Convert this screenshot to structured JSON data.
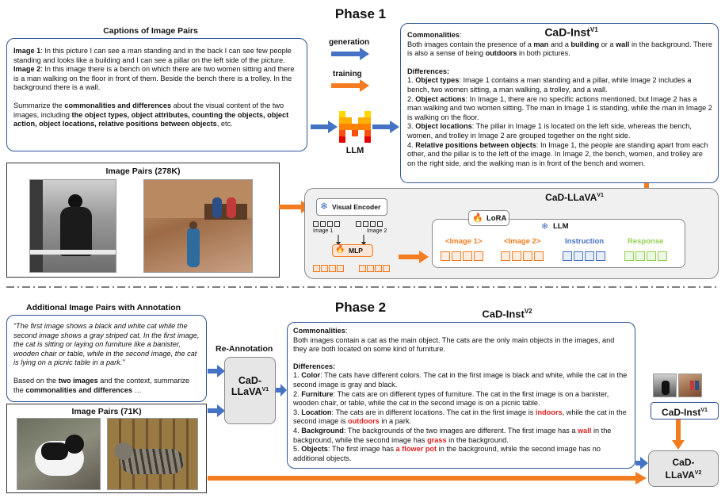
{
  "colors": {
    "orange": "#f47c20",
    "blue": "#4472c4",
    "green": "#92d050",
    "dark_blue": "#2f5597",
    "red": "#e02020"
  },
  "phase1": {
    "title": "Phase 1",
    "captions_title": "Captions of Image Pairs",
    "caption_p1": [
      {
        "t": "Image 1",
        "b": true
      },
      {
        "t": ": In this picture I can see a man standing and in the back I can see few people standing and looks like a building and I can see a pillar on the left side of the picture."
      }
    ],
    "caption_p2": [
      {
        "t": "Image 2",
        "b": true
      },
      {
        "t": ": In this image there is a bench on which there are two women sitting and there is a man walking on the floor in front of them. Beside the bench there is a trolley. In the background there is a wall."
      }
    ],
    "caption_p3": [
      {
        "t": "Summarize the "
      },
      {
        "t": "commonalities and differences",
        "b": true
      },
      {
        "t": " about the visual content of the two images, including "
      },
      {
        "t": "the object types, object attributes, counting the objects, object action, object locations, relative positions between objects",
        "b": true
      },
      {
        "t": ", etc."
      }
    ],
    "generation_label": "generation",
    "training_label": "training",
    "llm_label": "LLM",
    "inst_title": "CaD-Inst",
    "inst_sup": "V1",
    "inst_p1": [
      {
        "t": "Commonalities",
        "b": true
      },
      {
        "t": ":"
      }
    ],
    "inst_p2": [
      {
        "t": "Both images contain the presence of a "
      },
      {
        "t": "man",
        "b": true
      },
      {
        "t": " and a "
      },
      {
        "t": "building",
        "b": true
      },
      {
        "t": " or a "
      },
      {
        "t": "wall",
        "b": true
      },
      {
        "t": " in the background. There is also a sense of being "
      },
      {
        "t": "outdoors",
        "b": true
      },
      {
        "t": " in both pictures."
      }
    ],
    "inst_p3": [
      {
        "t": "Differences:",
        "b": true
      }
    ],
    "inst_p4": [
      {
        "t": "1. "
      },
      {
        "t": "Object types",
        "b": true
      },
      {
        "t": ": Image 1 contains a man standing and a pillar, while Image 2 includes a bench, two women sitting, a man walking, a trolley, and a wall."
      }
    ],
    "inst_p5": [
      {
        "t": "2. "
      },
      {
        "t": "Object actions",
        "b": true
      },
      {
        "t": ": In Image 1, there are no specific actions mentioned, but Image 2 has a man walking and two women sitting. The man in Image 1 is standing, while the man in Image 2 is walking on the floor."
      }
    ],
    "inst_p6": [
      {
        "t": "3. "
      },
      {
        "t": "Object locations",
        "b": true
      },
      {
        "t": ": The pillar in Image 1 is located on the left side, whereas the bench, women, and trolley in Image 2 are grouped together on the right side."
      }
    ],
    "inst_p7": [
      {
        "t": "4. "
      },
      {
        "t": "Relative positions between objects",
        "b": true
      },
      {
        "t": ": In Image 1, the people are standing apart from each other, and the pillar is to the left of the image. In Image 2, the bench, women, and trolley are on the right side, and the walking man is in front of the bench and women."
      }
    ],
    "pairs_title": "Image Pairs (278K)",
    "llava_title": "CaD-LLaVA",
    "llava_sup": "V1",
    "visual_encoder": "Visual Encoder",
    "image1_label": "Image 1",
    "image2_label": "Image 2",
    "mlp_label": "MLP",
    "lora_label": "LoRA",
    "llm_inner_label": "LLM",
    "tok_image1": "<Image 1>",
    "tok_image2": "<Image 2>",
    "tok_instruction": "Instruction",
    "tok_response": "Response"
  },
  "phase2": {
    "title": "Phase 2",
    "additional_title": "Additional Image Pairs with Annotation",
    "ann_p1": [
      {
        "t": "“The first image shows a black and white cat while the second image shows a gray striped cat. In the first image, the cat is sitting or laying on furniture like a banister, wooden chair or table, while in the second image, the cat is lying on a picnic table in a park.”",
        "i": true
      }
    ],
    "ann_p2": [
      {
        "t": "Based on the "
      },
      {
        "t": "two images",
        "b": true
      },
      {
        "t": " and the context, summarize the "
      },
      {
        "t": "commonalities and differences",
        "b": true
      },
      {
        "t": " …"
      }
    ],
    "reannotation_label": "Re-Annotation",
    "llava_box_line1": "CaD-",
    "llava_box_line2": "LLaVA",
    "llava_box_sup": "V1",
    "pairs_title": "Image Pairs (71K)",
    "inst_title": "CaD-Inst",
    "inst_sup": "V2",
    "inst_p1": [
      {
        "t": "Commonalities",
        "b": true
      },
      {
        "t": ":"
      }
    ],
    "inst_p2": [
      {
        "t": "Both images contain a cat as the main object. The cats are the only main objects in the images, and they are both located on some kind of furniture."
      }
    ],
    "inst_p3": [
      {
        "t": "Differences:",
        "b": true
      }
    ],
    "inst_p4": [
      {
        "t": "1. "
      },
      {
        "t": "Color",
        "b": true
      },
      {
        "t": ": The cats have different colors. The cat in the first image is black and white, while the cat in the second image is gray and black."
      }
    ],
    "inst_p5": [
      {
        "t": "2. "
      },
      {
        "t": "Furniture",
        "b": true
      },
      {
        "t": ": The cats are on different types of furniture. The cat in the first image is on a banister, wooden chair, or table, while the cat in the second image is on a picnic table."
      }
    ],
    "inst_p6": [
      {
        "t": "3. "
      },
      {
        "t": "Location",
        "b": true
      },
      {
        "t": ": The cats are in different locations. The cat in the first image is "
      },
      {
        "t": "indoors",
        "r": true
      },
      {
        "t": ", while the cat in the second image is "
      },
      {
        "t": "outdoors",
        "r": true
      },
      {
        "t": " in a park."
      }
    ],
    "inst_p7": [
      {
        "t": "4. "
      },
      {
        "t": "Background",
        "b": true
      },
      {
        "t": ": The backgrounds of the two images are different. The first image has a "
      },
      {
        "t": "wall",
        "r": true
      },
      {
        "t": " in the background, while the second image has "
      },
      {
        "t": "grass",
        "r": true
      },
      {
        "t": " in the background."
      }
    ],
    "inst_p8": [
      {
        "t": "5. "
      },
      {
        "t": "Objects",
        "b": true
      },
      {
        "t": ": The first image has "
      },
      {
        "t": "a flower pot",
        "r": true
      },
      {
        "t": " in the background, while the second image has no additional objects."
      }
    ],
    "side_inst_title": "CaD-Inst",
    "side_inst_sup": "V1",
    "final_line1": "CaD-",
    "final_line2": "LLaVA",
    "final_sup": "V2"
  }
}
